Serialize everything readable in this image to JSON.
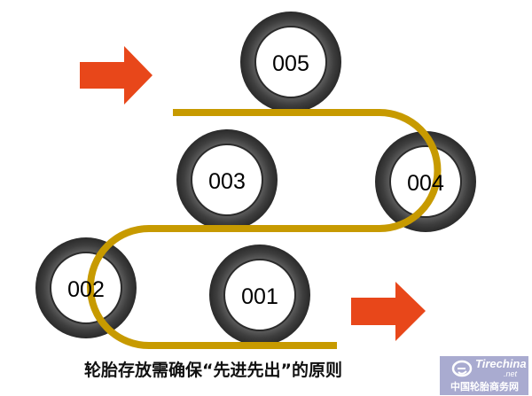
{
  "title": "轮胎存放需确保“先进先出”的原则",
  "tires": [
    {
      "id": "005",
      "label": "005"
    },
    {
      "id": "003",
      "label": "003"
    },
    {
      "id": "004",
      "label": "004"
    },
    {
      "id": "002",
      "label": "002"
    },
    {
      "id": "001",
      "label": "001"
    }
  ],
  "watermark": {
    "brand": "Tirechina",
    "suffix": ".net",
    "cn": "中国轮胎商务网"
  },
  "colors": {
    "track": "#C79A00",
    "arrow": "#E8471A",
    "tire": "#4a4a4a",
    "watermark_bg": "#a9abd0"
  }
}
